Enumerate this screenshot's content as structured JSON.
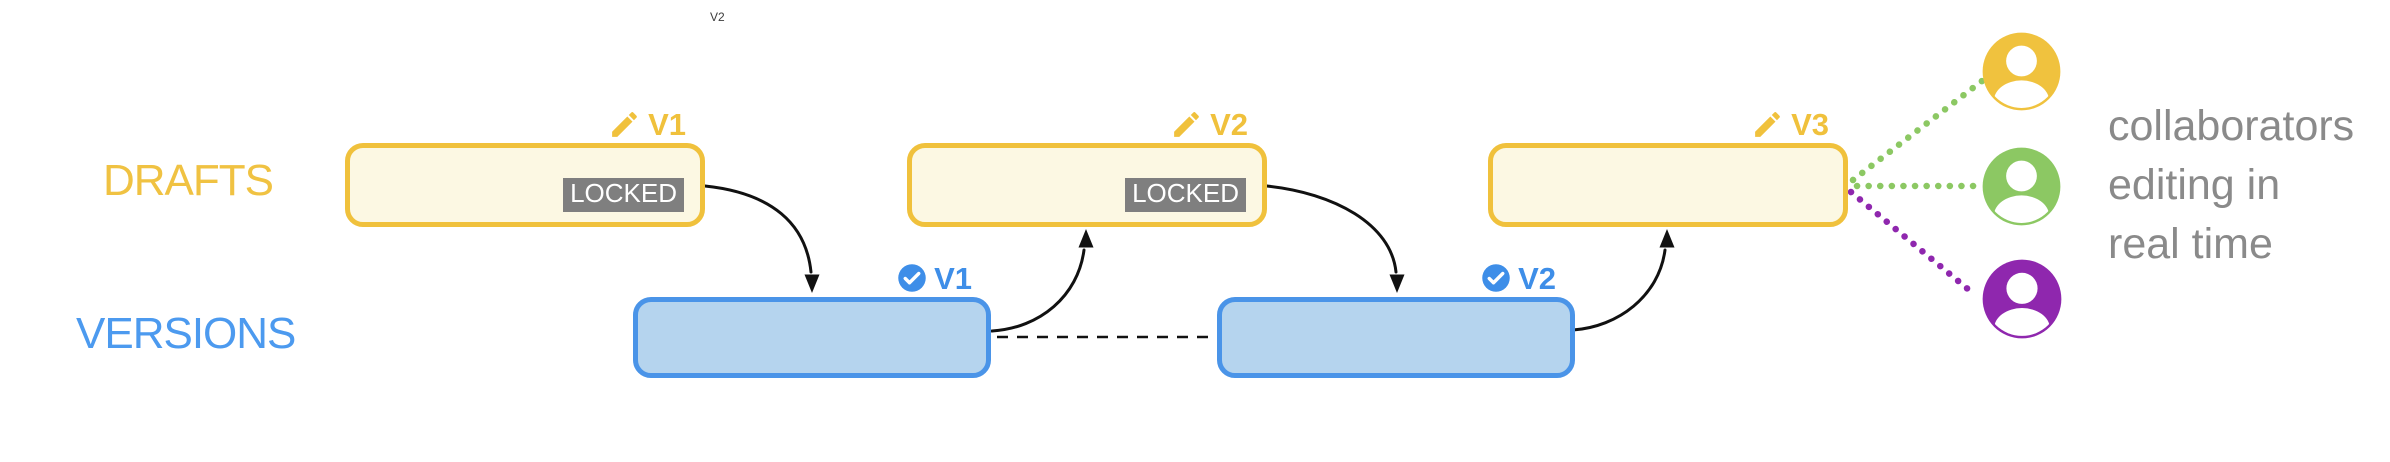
{
  "stray_label": {
    "text": "V2"
  },
  "row_labels": {
    "drafts": "DRAFTS",
    "versions": "VERSIONS"
  },
  "drafts": {
    "items": [
      {
        "version_label": "V1",
        "badge": "LOCKED"
      },
      {
        "version_label": "V2",
        "badge": "LOCKED"
      },
      {
        "version_label": "V3",
        "badge": ""
      }
    ]
  },
  "versions": {
    "items": [
      {
        "version_label": "V1"
      },
      {
        "version_label": "V2"
      }
    ]
  },
  "collaborators": {
    "caption_lines": [
      "collaborators",
      "editing in",
      "real time"
    ],
    "avatars": [
      {
        "name": "collaborator-yellow",
        "color": "#F0C23E"
      },
      {
        "name": "collaborator-green",
        "color": "#8CC863"
      },
      {
        "name": "collaborator-purple",
        "color": "#8F27AE"
      }
    ]
  },
  "colors": {
    "draft_border": "#F0C13C",
    "draft_fill": "#FCF8E3",
    "draft_label": "#F0C13C",
    "drafts_row_label": "#F0C242",
    "version_border": "#4A94E8",
    "version_fill": "#B5D4EE",
    "version_label": "#3E8EE8",
    "versions_row_label": "#4C9AEF",
    "locked_bg": "#7F7F7F",
    "locked_text": "#FFFFFF",
    "arrow": "#111111",
    "dashed_line": "#111111",
    "connector_green": "#8CC863",
    "connector_purple": "#8F27AE",
    "caption_text": "#8A8A8A"
  }
}
